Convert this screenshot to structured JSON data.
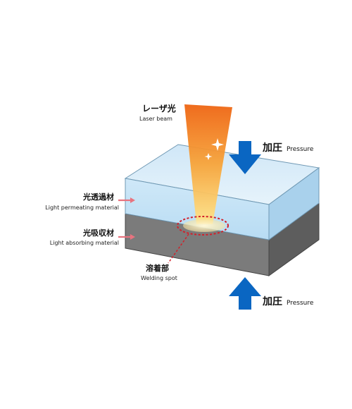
{
  "labels": {
    "laser": {
      "jp": "レーザ光",
      "en": "Laser beam"
    },
    "pressure_top": {
      "jp": "加圧",
      "en": "Pressure"
    },
    "pressure_bottom": {
      "jp": "加圧",
      "en": "Pressure"
    },
    "permeating": {
      "jp": "光透過材",
      "en": "Light permeating material"
    },
    "absorbing": {
      "jp": "光吸収材",
      "en": "Light absorbing material"
    },
    "welding": {
      "jp": "溶着部",
      "en": "Welding spot"
    }
  },
  "colors": {
    "arrow": "#0a66c2",
    "leader_pink": "#e8737f",
    "spot_red": "#d2202a",
    "transparent_block": "#d7ecf8",
    "absorbing_block": "#7b7b7b",
    "beam_top": "#ef6a12",
    "beam_bottom": "#ffe07a"
  }
}
